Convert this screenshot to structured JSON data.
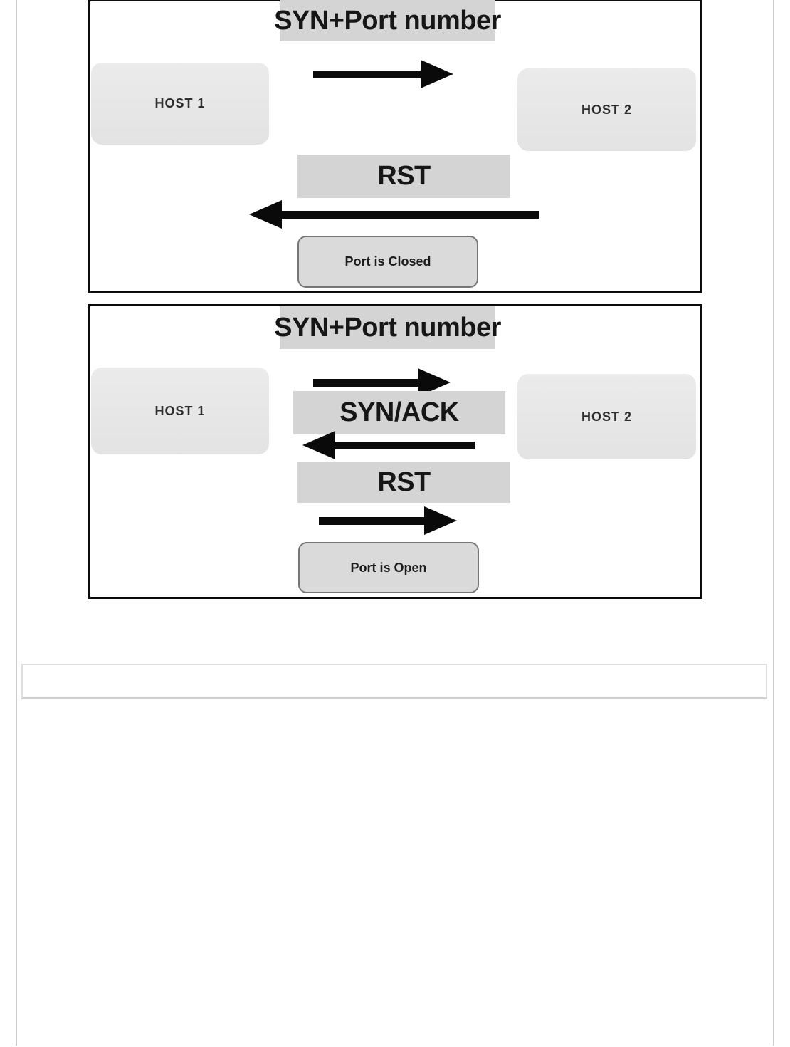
{
  "colors": {
    "frame": "#0b0b0b",
    "label_background": "#d4d4d4",
    "host_background": "#e6e6e6",
    "status_background": "#dadada",
    "status_border": "#767676",
    "arrow": "#0a0a0a",
    "page_rule": "#cccccc",
    "empty_field_border": "#dedede"
  },
  "diagram_closed": {
    "title": "SYN+Port number",
    "host1": "HOST 1",
    "host2": "HOST 2",
    "rst": "RST",
    "status": "Port is Closed"
  },
  "diagram_open": {
    "title": "SYN+Port number",
    "host1": "HOST 1",
    "host2": "HOST 2",
    "synack": "SYN/ACK",
    "rst": "RST",
    "status": "Port is Open"
  },
  "empty_field": {
    "value": "",
    "placeholder": ""
  }
}
